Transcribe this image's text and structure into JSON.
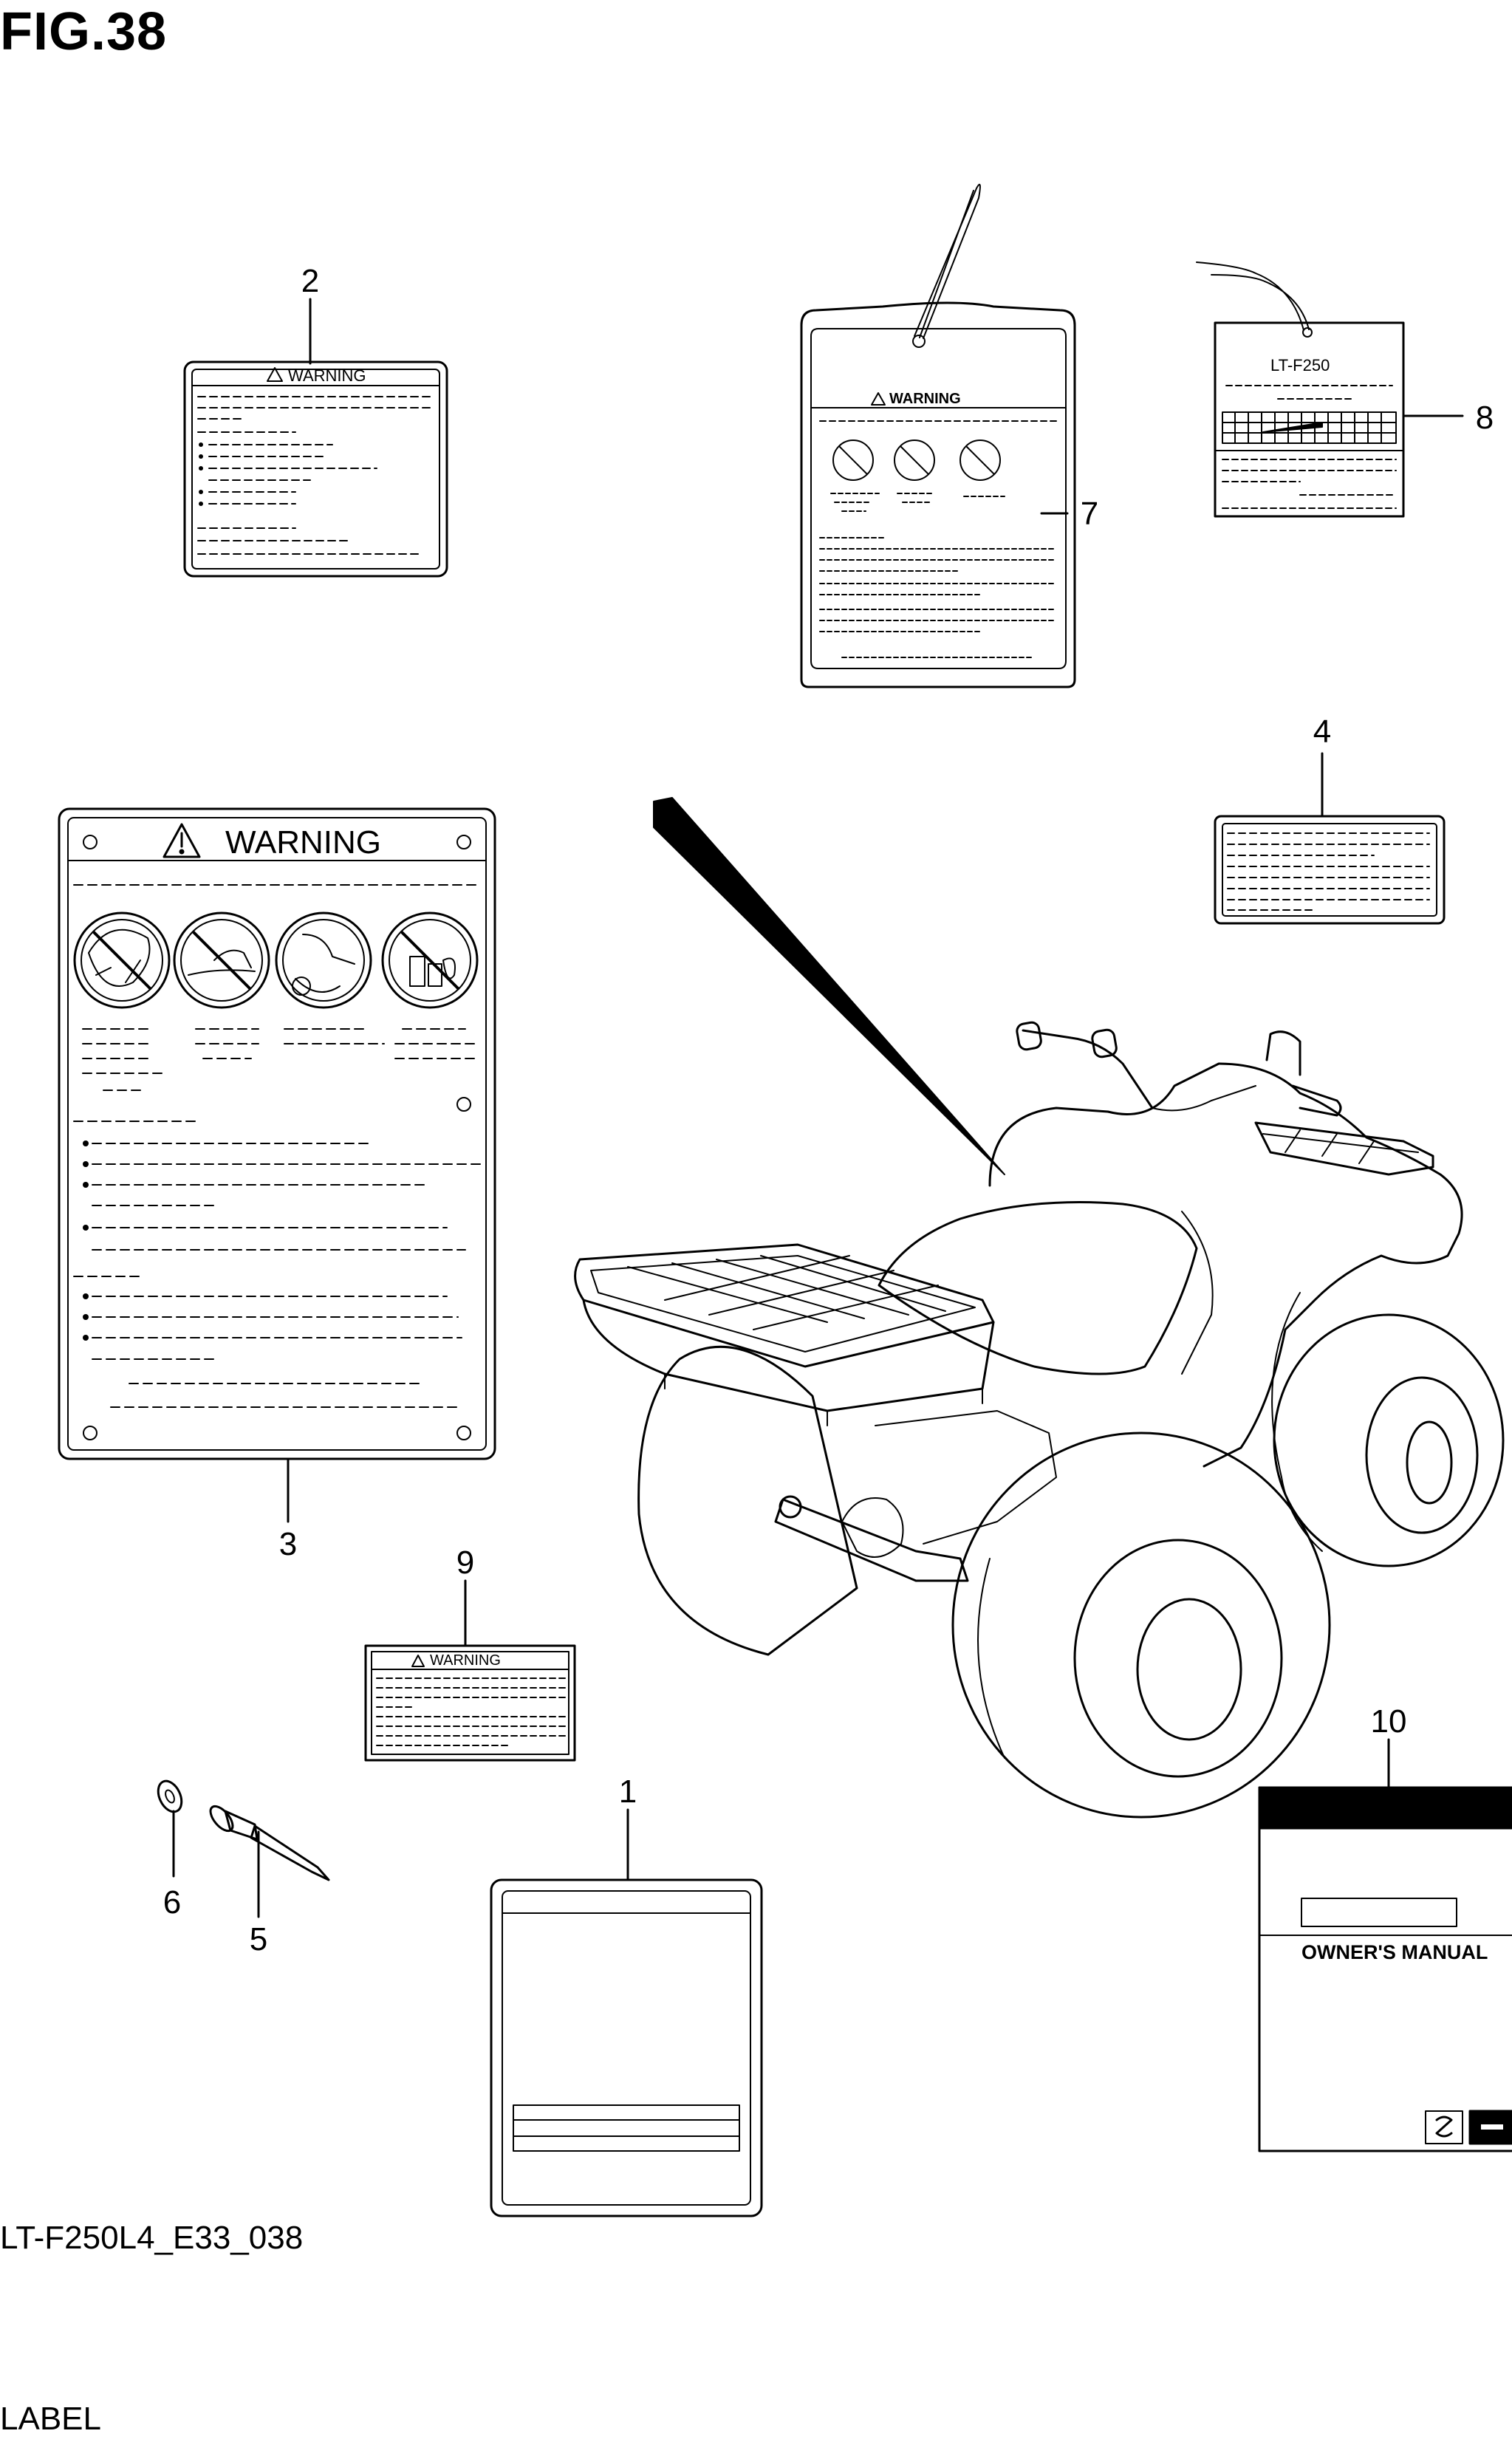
{
  "figure": {
    "title": "FIG.38",
    "code": "LT-F250L4_E33_038",
    "caption": "LABEL"
  },
  "callouts": [
    "1",
    "2",
    "3",
    "4",
    "5",
    "6",
    "7",
    "8",
    "9",
    "10"
  ],
  "labels": {
    "warning_small": "WARNING",
    "warning_large": "WARNING",
    "tag_model": "LT-F250",
    "manual_title": "OWNER'S MANUAL"
  },
  "colors": {
    "line": "#000000",
    "paper": "#ffffff"
  }
}
